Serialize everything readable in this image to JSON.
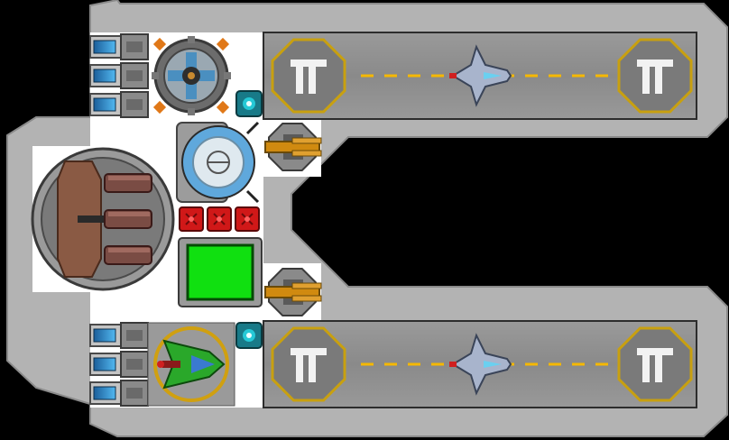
{
  "scene": {
    "name": "carrier-ship-layout",
    "colors": {
      "background": "#000000",
      "hull": "#b3b3b3",
      "hull_edge": "#8a8a8a",
      "floor": "#ffffff",
      "runway": "#8c8c8c",
      "runway_edge": "#3a3a3a",
      "lane_dash": "#f5b800",
      "pad_fill": "#7a7a7a",
      "pad_ring": "#c8a010",
      "thruster_blue": "#2d8bd6",
      "crate_red": "#d01818",
      "shield_cyan": "#25c9d6",
      "reactor_green": "#10e010",
      "cannon_brown": "#8a5a44",
      "turret_gold": "#d08a10",
      "fighter_green": "#2aa82a"
    }
  },
  "hangars": [
    {
      "id": "top",
      "ship": "interceptor",
      "pads": [
        "launch-pad",
        "landing-pad"
      ]
    },
    {
      "id": "bottom",
      "ship": "interceptor",
      "pads": [
        "launch-pad",
        "landing-pad"
      ]
    }
  ],
  "modules": {
    "thrusters": {
      "count_top": 3,
      "count_bottom": 3,
      "icon": "thruster-icon"
    },
    "engine_core": {
      "icon": "engine-core-icon"
    },
    "shield_nodes": {
      "count": 2,
      "icon": "shield-node-icon"
    },
    "turrets": {
      "count": 2,
      "icon": "turret-icon"
    },
    "ammo_crates": {
      "count": 3,
      "icon": "ammo-crate-icon"
    },
    "main_cannon": {
      "barrels": 3,
      "icon": "main-cannon-icon"
    },
    "radar_dish": {
      "icon": "radar-dish-icon"
    },
    "reactor": {
      "icon": "reactor-icon"
    },
    "fighter": {
      "icon": "fighter-icon"
    }
  }
}
